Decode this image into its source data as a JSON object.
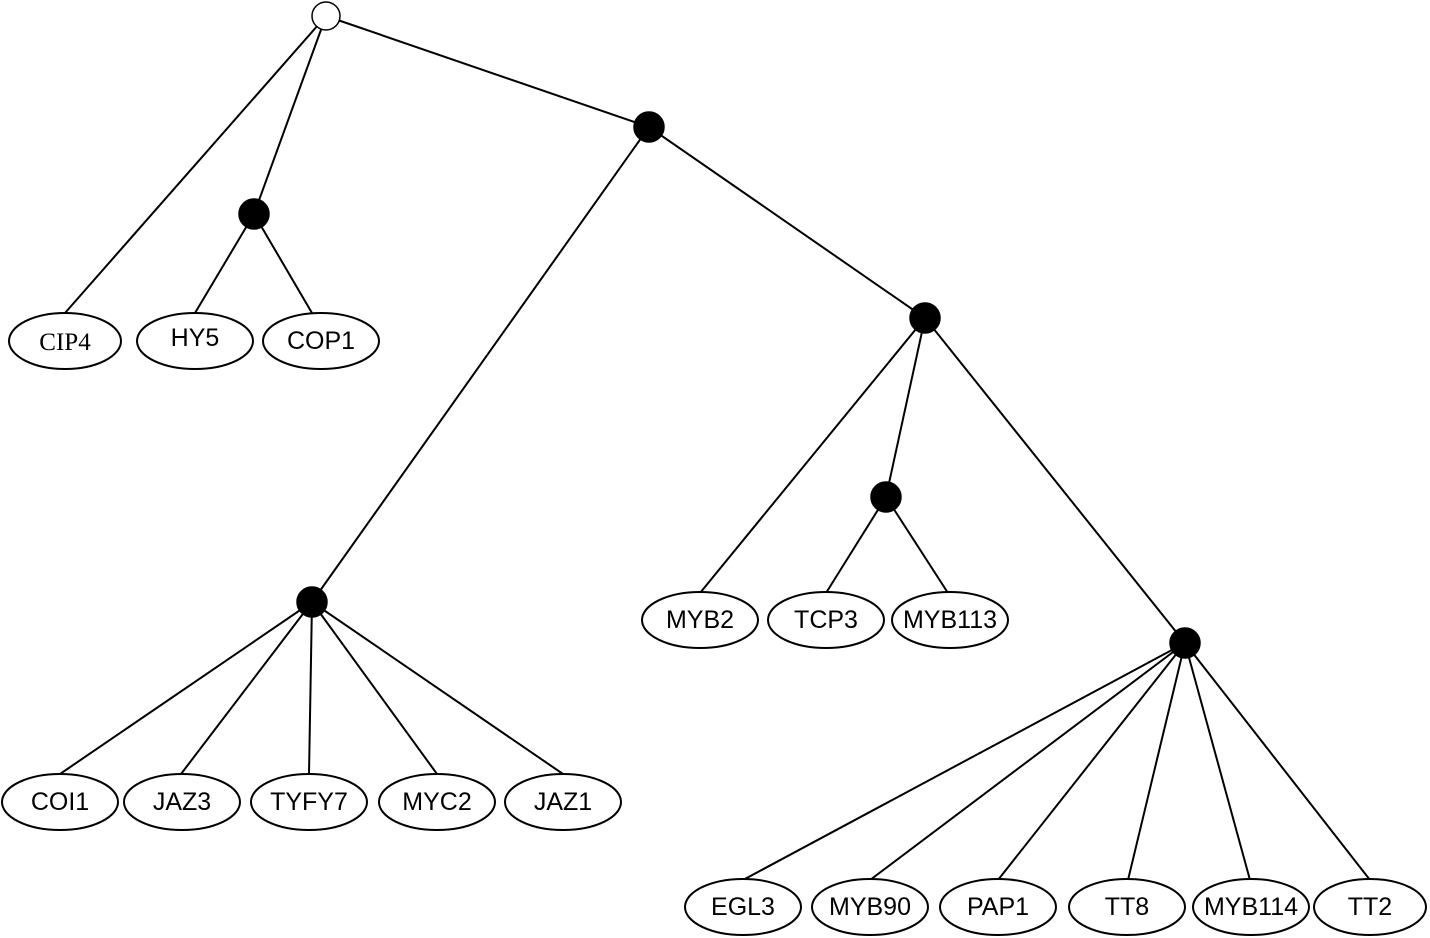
{
  "root": {
    "name": "root-node",
    "style": "hollow"
  },
  "internal_nodes": [
    "node-a",
    "node-b",
    "node-c",
    "node-d",
    "node-e",
    "node-f"
  ],
  "leaves": [
    {
      "name": "leaf-cip4",
      "label": "CIP4"
    },
    {
      "name": "leaf-hy5",
      "label": "HY5"
    },
    {
      "name": "leaf-cop1",
      "label": "COP1"
    },
    {
      "name": "leaf-myb2",
      "label": "MYB2"
    },
    {
      "name": "leaf-tcp3",
      "label": "TCP3"
    },
    {
      "name": "leaf-myb113",
      "label": "MYB113"
    },
    {
      "name": "leaf-coi1",
      "label": "COI1"
    },
    {
      "name": "leaf-jaz3",
      "label": "JAZ3"
    },
    {
      "name": "leaf-tyfy7",
      "label": "TYFY7"
    },
    {
      "name": "leaf-myc2",
      "label": "MYC2"
    },
    {
      "name": "leaf-jaz1",
      "label": "JAZ1"
    },
    {
      "name": "leaf-egl3",
      "label": "EGL3"
    },
    {
      "name": "leaf-myb90",
      "label": "MYB90"
    },
    {
      "name": "leaf-pap1",
      "label": "PAP1"
    },
    {
      "name": "leaf-tt8",
      "label": "TT8"
    },
    {
      "name": "leaf-myb114",
      "label": "MYB114"
    },
    {
      "name": "leaf-tt2",
      "label": "TT2"
    }
  ],
  "colors": {
    "line": "#000000",
    "filled_node": "#000000",
    "hollow_node": "#ffffff",
    "oval_fill": "#ffffff"
  }
}
